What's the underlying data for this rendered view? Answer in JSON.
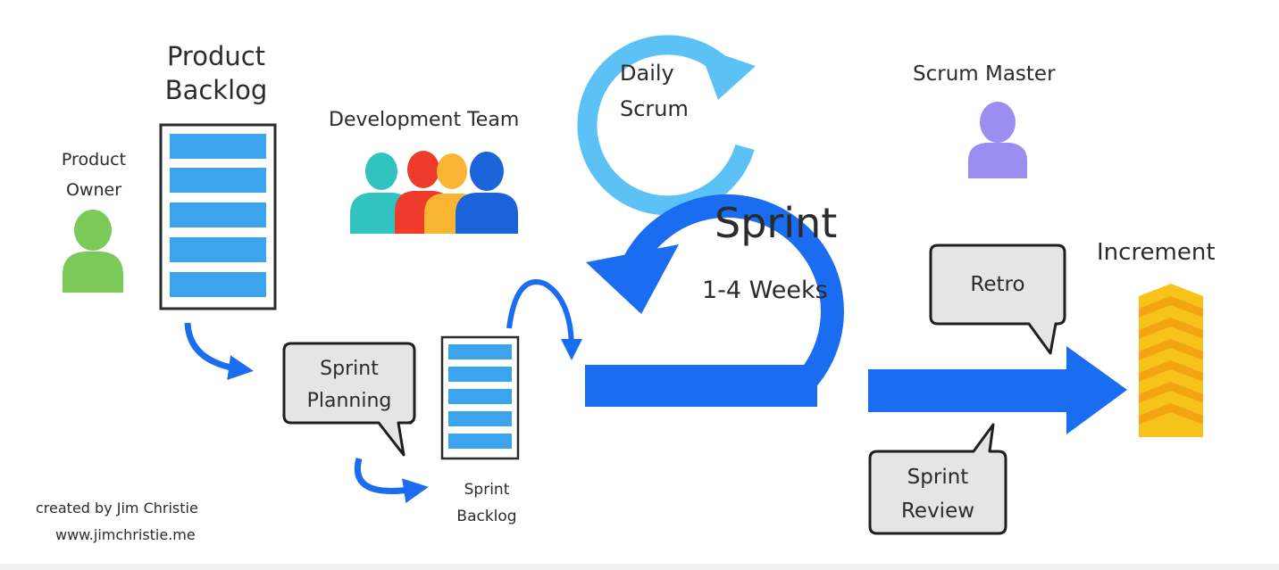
{
  "labels": {
    "product_backlog": [
      "Product",
      "Backlog"
    ],
    "product_owner": [
      "Product",
      "Owner"
    ],
    "development_team": "Development Team",
    "daily_scrum": [
      "Daily",
      "Scrum"
    ],
    "sprint_title": "Sprint",
    "sprint_duration": "1-4 Weeks",
    "scrum_master": "Scrum Master",
    "increment": "Increment",
    "retro": "Retro",
    "sprint_planning": [
      "Sprint",
      "Planning"
    ],
    "sprint_review": [
      "Sprint",
      "Review"
    ],
    "sprint_backlog": [
      "Sprint",
      "Backlog"
    ],
    "credit": [
      "created by Jim Christie",
      "www.jimchristie.me"
    ]
  },
  "colors": {
    "primary_blue": "#1a6cf0",
    "light_blue": "#5cc2f6",
    "backlog_item": "#3ba4ec",
    "owner_green": "#7ccb5a",
    "scrum_master_purple": "#9b8ef0",
    "team_teal": "#30c3c0",
    "team_red": "#ee3b2c",
    "team_yellow": "#f7b531",
    "team_blue": "#1b63d8",
    "increment_yellow": "#f7c31a",
    "increment_orange": "#f3a412",
    "bubble_fill": "#e5e5e5",
    "bubble_stroke": "#1f1f1f"
  },
  "icons": {
    "product_owner": "person-icon",
    "scrum_master": "person-icon",
    "development_team": "group-icon",
    "increment": "chevron-stack-icon"
  }
}
